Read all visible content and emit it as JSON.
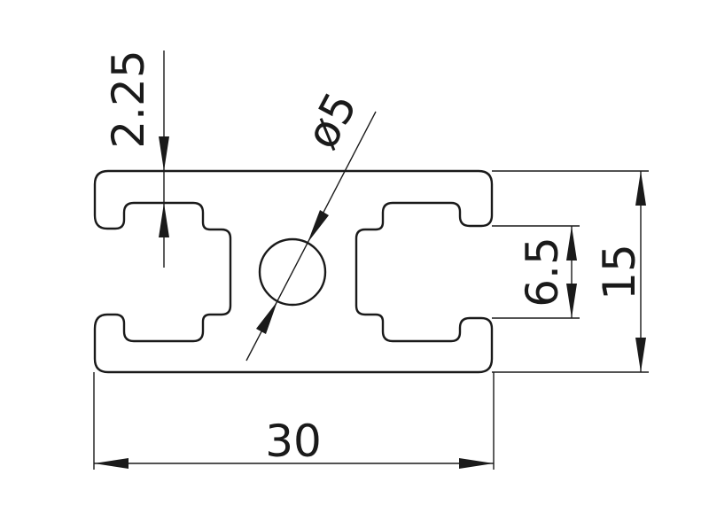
{
  "dimensions": {
    "width": "30",
    "height": "15",
    "slot_opening": "6.5",
    "wall_thickness": "2.25",
    "bore_diameter": "ø5"
  },
  "colors": {
    "line": "#1a1a1a",
    "background": "#ffffff"
  }
}
